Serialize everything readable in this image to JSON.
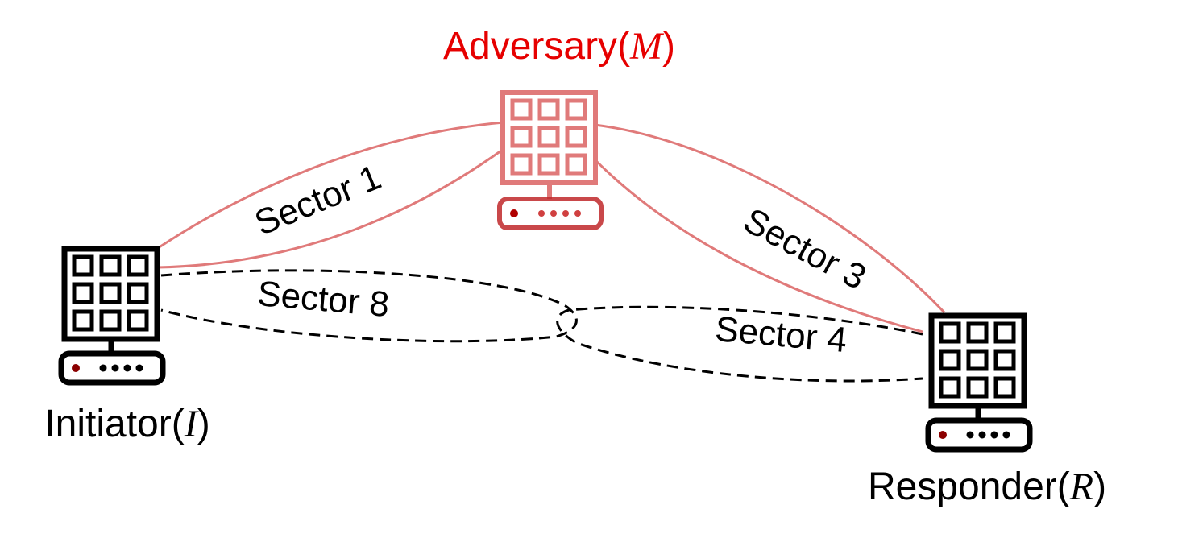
{
  "nodes": {
    "adversary": {
      "label": "Adversary",
      "symbol": "M",
      "color": "#e60000",
      "icon_color": "#e07a7a"
    },
    "initiator": {
      "label": "Initiator",
      "symbol": "I",
      "color": "#000000"
    },
    "responder": {
      "label": "Responder",
      "symbol": "R",
      "color": "#000000"
    }
  },
  "links": {
    "sector_1": {
      "label": "Sector 1",
      "style": "solid",
      "color": "#e07a7a"
    },
    "sector_3": {
      "label": "Sector 3",
      "style": "solid",
      "color": "#e07a7a"
    },
    "sector_8": {
      "label": "Sector 8",
      "style": "dashed",
      "color": "#000000"
    },
    "sector_4": {
      "label": "Sector 4",
      "style": "dashed",
      "color": "#000000"
    }
  },
  "icons": {
    "device": "phased-array-router-icon"
  },
  "punct": {
    "open": "(",
    "close": ")"
  }
}
